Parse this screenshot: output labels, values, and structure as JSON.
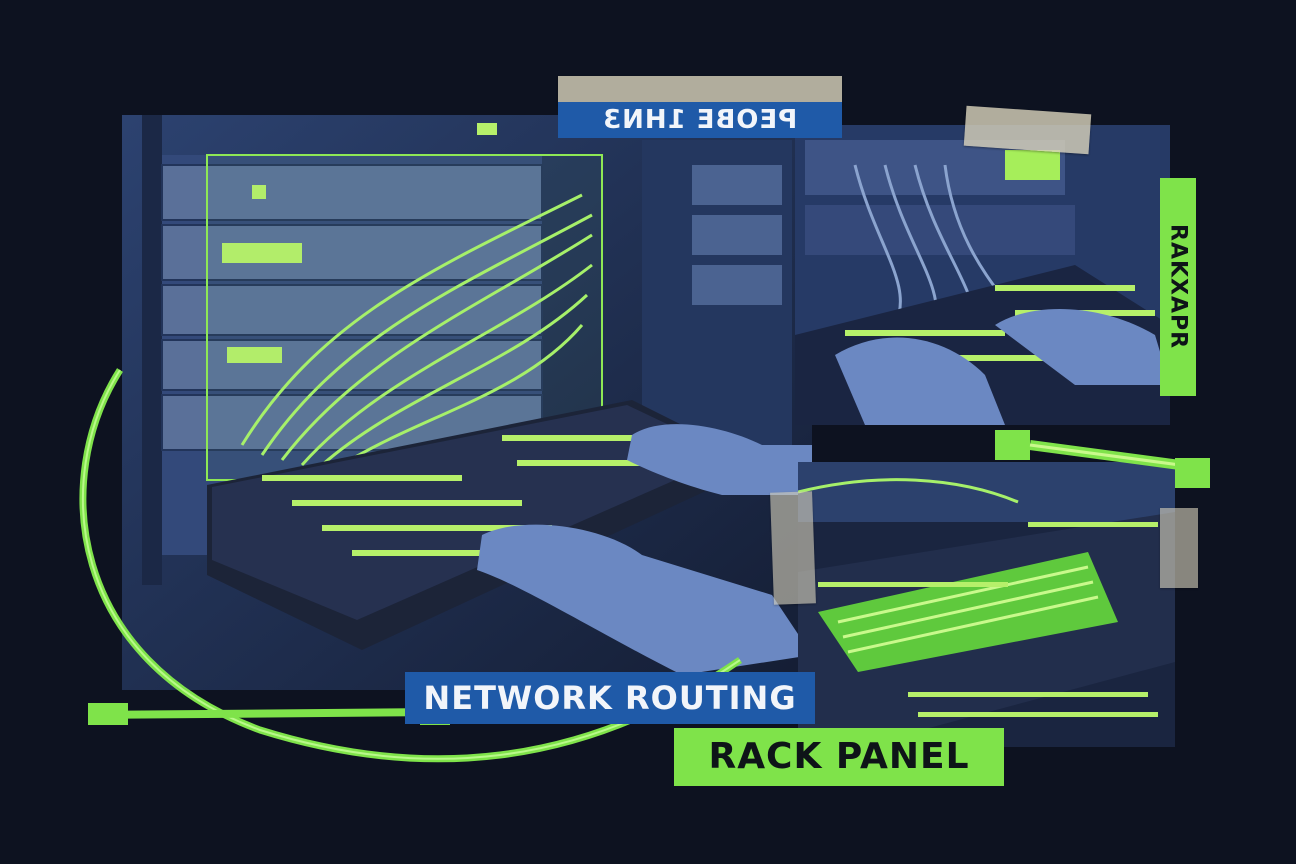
{
  "labels": {
    "top_banner": "PEOBE 1HN3",
    "side_banner": "RAKXAPR",
    "main_title": "NETWORK ROUTING",
    "sub_title": "RACK PANEL"
  },
  "colors": {
    "background": "#0d1220",
    "accent_green": "#7fe34a",
    "accent_blue": "#1f5aa8",
    "photo_tint": "#3a5a8a"
  }
}
